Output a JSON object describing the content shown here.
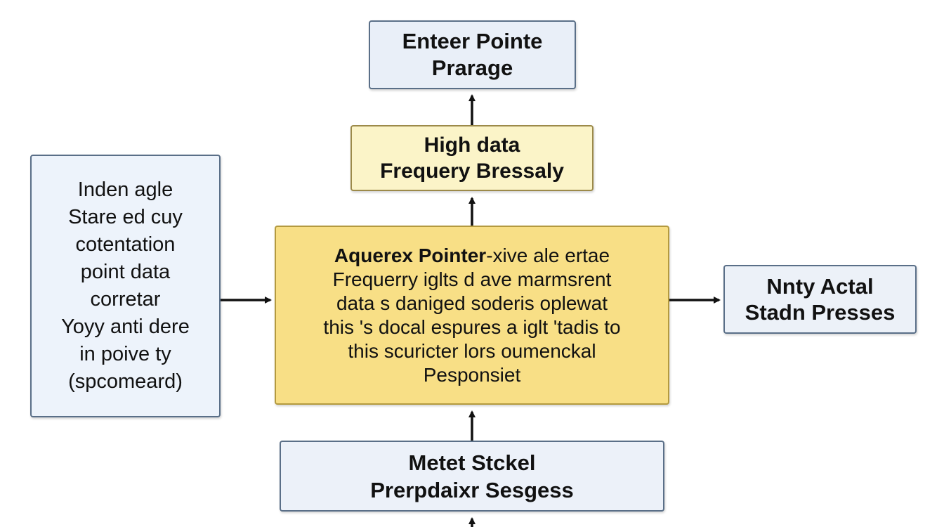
{
  "nodes": {
    "top": {
      "lines": [
        "Enteer Pointe",
        "Prarage"
      ]
    },
    "second": {
      "lines": [
        "High data",
        "Frequery Bressaly"
      ]
    },
    "left": {
      "lines": [
        "Inden agle",
        "Stare ed cuy",
        "cotentation",
        "point data",
        "corretar",
        "Yoyy anti dere",
        "in poive ty",
        "(spcomeard)"
      ]
    },
    "center": {
      "bold_lead": "Aquerex Pointer",
      "first_line_rest": "-xive ale ertae",
      "lines": [
        "Frequerry iglts d ave marmsrent",
        "data s daniged soderis oplewat",
        "this 's docal espures a iglt 'tadis to",
        "this scuricter lors oumenckal",
        "Pesponsiet"
      ]
    },
    "right": {
      "lines": [
        "Nnty Actal",
        "Stadn Presses"
      ]
    },
    "bottom": {
      "lines": [
        "Metet Stckel",
        "Prerpdaixr Sesgess"
      ]
    }
  },
  "colors": {
    "blue_box": "#e9eff8",
    "pale_yellow_box": "#fbf4c8",
    "yellow_box": "#f8df86",
    "border": "#5a6f88",
    "arrow": "#111111"
  }
}
